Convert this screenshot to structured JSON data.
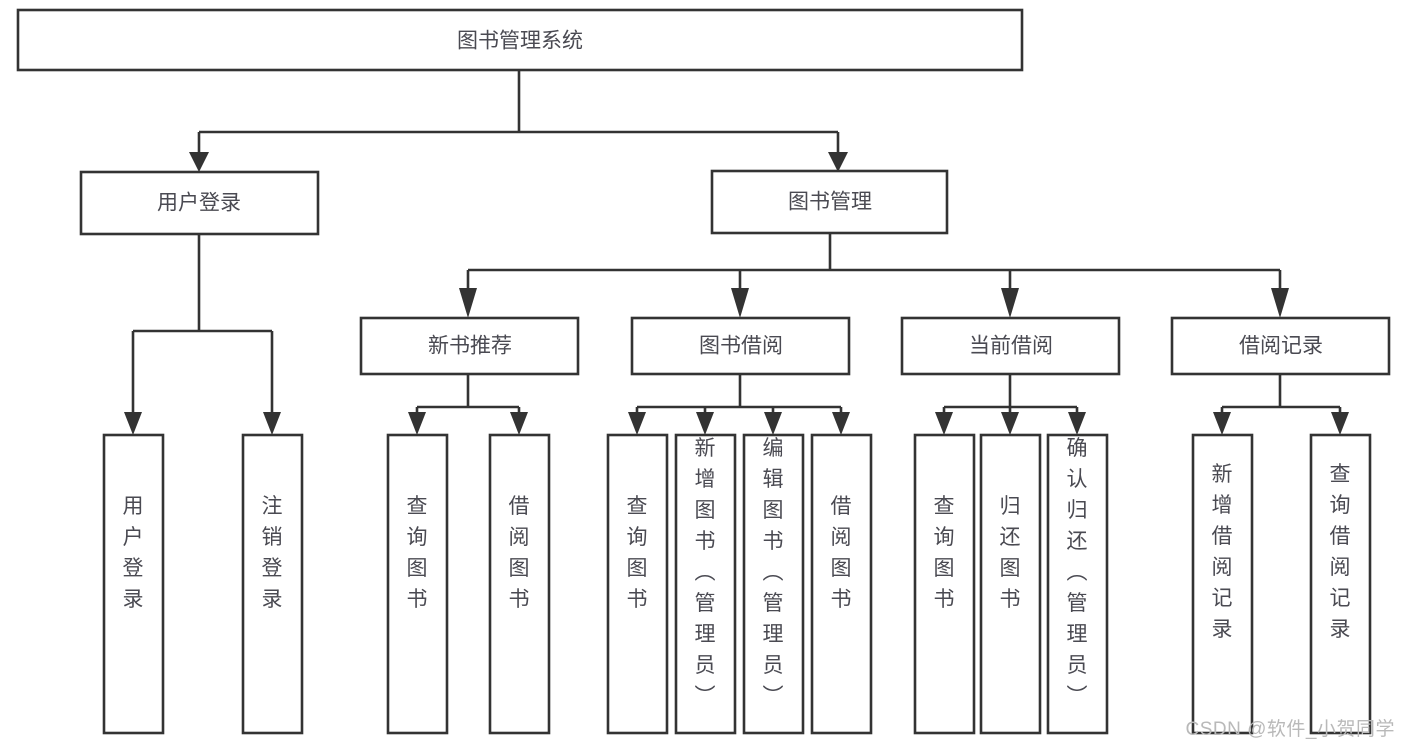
{
  "diagram": {
    "type": "tree-hierarchy",
    "title": "图书管理系统",
    "watermark": "CSDN @软件_小贺同学",
    "colors": {
      "background": "#ffffff",
      "box_stroke": "#333333",
      "box_fill": "#ffffff",
      "text": "#4a4a52",
      "watermark": "#b9b9b9"
    },
    "levels": [
      {
        "level": 0,
        "nodes": [
          {
            "id": "root",
            "label": "图书管理系统",
            "orientation": "horizontal"
          }
        ]
      },
      {
        "level": 1,
        "nodes": [
          {
            "id": "login",
            "label": "用户登录",
            "orientation": "horizontal",
            "parent": "root"
          },
          {
            "id": "bookmgmt",
            "label": "图书管理",
            "orientation": "horizontal",
            "parent": "root"
          }
        ]
      },
      {
        "level": 2,
        "nodes": [
          {
            "id": "newbook",
            "label": "新书推荐",
            "orientation": "horizontal",
            "parent": "bookmgmt"
          },
          {
            "id": "borrow",
            "label": "图书借阅",
            "orientation": "horizontal",
            "parent": "bookmgmt"
          },
          {
            "id": "current",
            "label": "当前借阅",
            "orientation": "horizontal",
            "parent": "bookmgmt"
          },
          {
            "id": "records",
            "label": "借阅记录",
            "orientation": "horizontal",
            "parent": "bookmgmt"
          }
        ]
      },
      {
        "level": 3,
        "nodes": [
          {
            "id": "leaf-1",
            "label": "用户登录",
            "orientation": "vertical",
            "parent": "login"
          },
          {
            "id": "leaf-2",
            "label": "注销登录",
            "orientation": "vertical",
            "parent": "login"
          },
          {
            "id": "leaf-3",
            "label": "查询图书",
            "orientation": "vertical",
            "parent": "newbook"
          },
          {
            "id": "leaf-4",
            "label": "借阅图书",
            "orientation": "vertical",
            "parent": "newbook"
          },
          {
            "id": "leaf-5",
            "label": "查询图书",
            "orientation": "vertical",
            "parent": "borrow"
          },
          {
            "id": "leaf-6",
            "label": "新增图书（管理员）",
            "orientation": "vertical",
            "parent": "borrow"
          },
          {
            "id": "leaf-7",
            "label": "编辑图书（管理员）",
            "orientation": "vertical",
            "parent": "borrow"
          },
          {
            "id": "leaf-8",
            "label": "借阅图书",
            "orientation": "vertical",
            "parent": "borrow"
          },
          {
            "id": "leaf-9",
            "label": "查询图书",
            "orientation": "vertical",
            "parent": "current"
          },
          {
            "id": "leaf-10",
            "label": "归还图书",
            "orientation": "vertical",
            "parent": "current"
          },
          {
            "id": "leaf-11",
            "label": "确认归还（管理员）",
            "orientation": "vertical",
            "parent": "current"
          },
          {
            "id": "leaf-12",
            "label": "新增借阅记录",
            "orientation": "vertical",
            "parent": "records"
          },
          {
            "id": "leaf-13",
            "label": "查询借阅记录",
            "orientation": "vertical",
            "parent": "records"
          }
        ]
      }
    ]
  }
}
